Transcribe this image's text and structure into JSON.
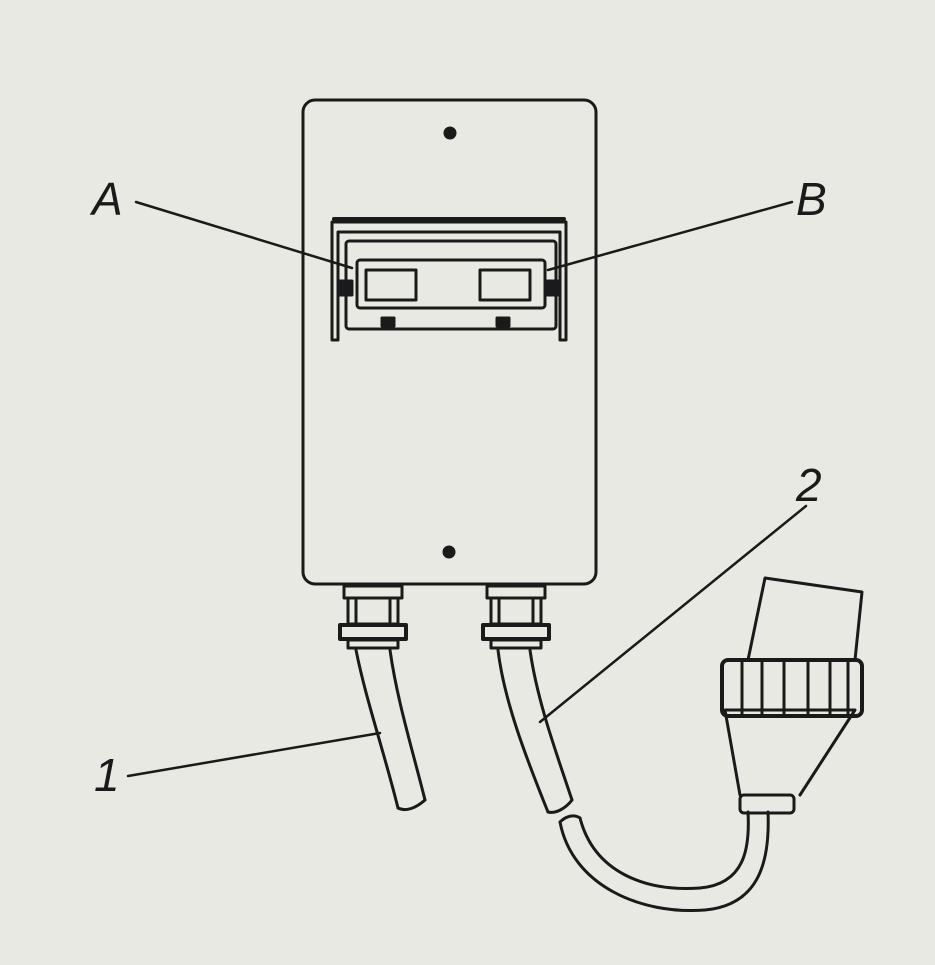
{
  "callouts": {
    "a": "A",
    "b": "B",
    "one": "1",
    "two": "2"
  },
  "colors": {
    "ink": "#1a1a1a",
    "paper": "#e9e9e4"
  }
}
